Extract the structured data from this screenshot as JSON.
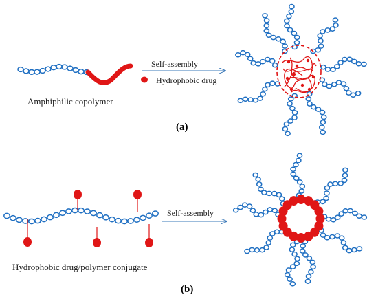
{
  "panel_a": {
    "label": "(a)",
    "copolymer_label": "Amphiphilic copolymer",
    "arrow_label": "Self-assembly",
    "drug_label": "Hydrophobic drug"
  },
  "panel_b": {
    "label": "(b)",
    "conjugate_label": "Hydrophobic drug/polymer conjugate",
    "arrow_label": "Self-assembly"
  },
  "colors": {
    "chain_blue": "#1f6fc2",
    "core_red": "#e01616",
    "arrow": "#3a78b8"
  }
}
